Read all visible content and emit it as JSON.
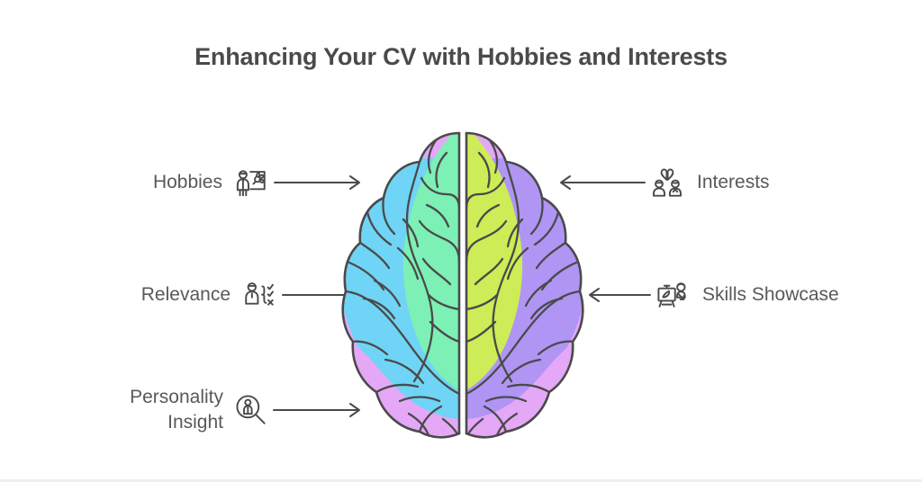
{
  "page": {
    "title": "Enhancing Your CV with Hobbies and Interests",
    "background_color": "#ffffff",
    "title_color": "#4a4a4a",
    "label_color": "#595959",
    "line_color": "#4a4a4a"
  },
  "left_nodes": [
    {
      "id": "hobbies",
      "label": "Hobbies",
      "icon": "person-with-picture-frame-icon",
      "arrow": "arrow-right",
      "arrow_direction": "right"
    },
    {
      "id": "relevance",
      "label": "Relevance",
      "icon": "person-with-checklist-icon",
      "arrow": "arrow-right",
      "arrow_direction": "right"
    },
    {
      "id": "personality-insight",
      "label": "Personality\nInsight",
      "icon": "magnifier-with-person-icon",
      "arrow": "arrow-right",
      "arrow_direction": "right"
    }
  ],
  "right_nodes": [
    {
      "id": "interests",
      "label": "Interests",
      "icon": "two-people-with-heart-icon",
      "arrow": "arrow-left",
      "arrow_direction": "left"
    },
    {
      "id": "skills-showcase",
      "label": "Skills Showcase",
      "icon": "easel-with-presenter-icon",
      "arrow": "arrow-left",
      "arrow_direction": "left"
    }
  ],
  "brain": {
    "name": "brain-illustration",
    "view": "top-down",
    "outline_color": "#4a4a4a",
    "regions": [
      {
        "name": "left-frontal-lobe",
        "color": "#7df0b5"
      },
      {
        "name": "right-frontal-lobe",
        "color": "#cdec57"
      },
      {
        "name": "left-parietal-lobe",
        "color": "#6fd4f5"
      },
      {
        "name": "right-parietal-lobe",
        "color": "#b095f5"
      },
      {
        "name": "left-occipital-lobe",
        "color": "#e4a8f7"
      },
      {
        "name": "right-occipital-lobe",
        "color": "#e4a8f7"
      }
    ]
  }
}
